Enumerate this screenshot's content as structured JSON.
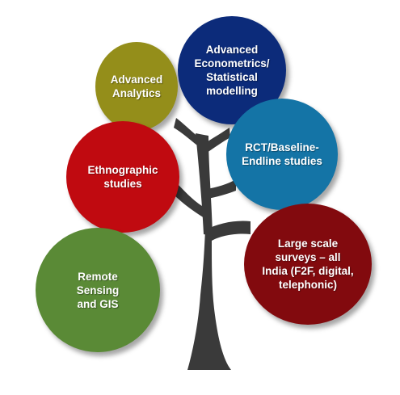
{
  "colors": {
    "trunk": "#3a3a3a",
    "advanced_analytics": "#948e1a",
    "econometrics": "#0c2b7a",
    "ethnographic": "#c00a10",
    "rct": "#1474a6",
    "large_scale": "#820a0e",
    "remote_sensing": "#5a8a36"
  },
  "bubbles": {
    "advanced_analytics": "Advanced\nAnalytics",
    "econometrics": "Advanced\nEconometrics/\nStatistical\nmodelling",
    "ethnographic": "Ethnographic\nstudies",
    "rct": "RCT/Baseline-\nEndline studies",
    "large_scale": "Large scale\nsurveys – all\nIndia (F2F, digital,\ntelephonic)",
    "remote_sensing": "Remote\nSensing\nand GIS"
  }
}
